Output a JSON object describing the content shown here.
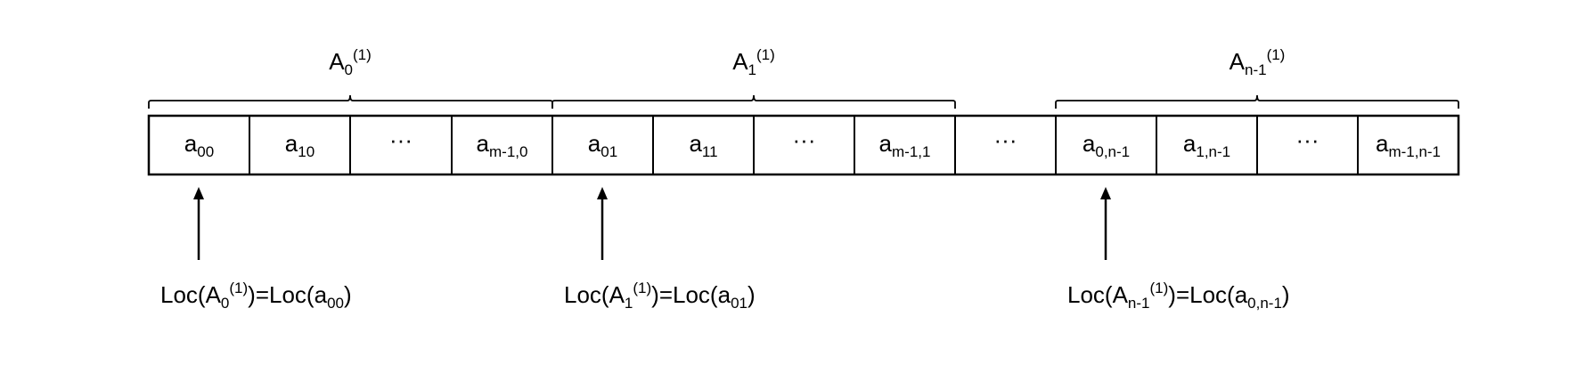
{
  "groups": [
    {
      "base": "A",
      "sub": "0",
      "sup": "(1)"
    },
    {
      "base": "A",
      "sub": "1",
      "sup": "(1)"
    },
    {
      "base": "A",
      "sub": "n-1",
      "sup": "(1)"
    }
  ],
  "cells": [
    {
      "base": "a",
      "sub": "00"
    },
    {
      "base": "a",
      "sub": "10"
    },
    {
      "base": "···",
      "sub": ""
    },
    {
      "base": "a",
      "sub": "m-1,0"
    },
    {
      "base": "a",
      "sub": "01"
    },
    {
      "base": "a",
      "sub": "11"
    },
    {
      "base": "···",
      "sub": ""
    },
    {
      "base": "a",
      "sub": "m-1,1"
    },
    {
      "base": "···",
      "sub": ""
    },
    {
      "base": "a",
      "sub": "0,n-1"
    },
    {
      "base": "a",
      "sub": "1,n-1"
    },
    {
      "base": "···",
      "sub": ""
    },
    {
      "base": "a",
      "sub": "m-1,n-1"
    }
  ],
  "locs": [
    {
      "prefix": "Loc(A",
      "asub": "0",
      "asup": "(1)",
      "mid": ")=Loc(a",
      "bsub": "00",
      "suffix": ")"
    },
    {
      "prefix": "Loc(A",
      "asub": "1",
      "asup": "(1)",
      "mid": ")=Loc(a",
      "bsub": "01",
      "suffix": ")"
    },
    {
      "prefix": "Loc(A",
      "asub": "n-1",
      "asup": "(1)",
      "mid": ")=Loc(a",
      "bsub": "0,n-1",
      "suffix": ")"
    }
  ]
}
